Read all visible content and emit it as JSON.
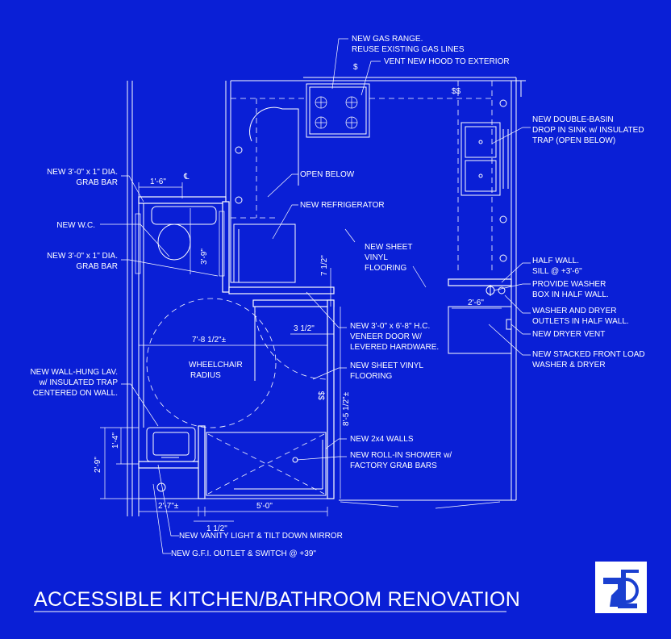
{
  "title": "ACCESSIBLE KITCHEN/BATHROOM RENOVATION",
  "colors": {
    "background": "#0a1fd6",
    "ink": "#ffffff",
    "logo_field": "#ffffff",
    "logo_mark": "#1a3fd0"
  },
  "notes": {
    "gas_range_1": "NEW GAS RANGE.",
    "gas_range_2": "REUSE EXISTING  GAS LINES",
    "vent_hood": "VENT NEW HOOD TO EXTERIOR",
    "open_below": "OPEN BELOW",
    "new_refrigerator": "NEW REFRIGERATOR",
    "sink_1": "NEW DOUBLE-BASIN",
    "sink_2": "DROP IN SINK w/ INSULATED",
    "sink_3": "TRAP (OPEN BELOW)",
    "grab_bar_top_1": "NEW 3'-0\" x 1\" DIA.",
    "grab_bar_top_2": "GRAB BAR",
    "new_wc": "NEW W.C.",
    "grab_bar_mid_1": "NEW 3'-0\" x 1\" DIA.",
    "grab_bar_mid_2": "GRAB BAR",
    "kitchen_vinyl_1": "NEW SHEET",
    "kitchen_vinyl_2": "VINYL",
    "kitchen_vinyl_3": "FLOORING",
    "half_wall_1": "HALF WALL.",
    "half_wall_2": "SILL @ +3'-6\"",
    "washer_box_1": "PROVIDE WASHER",
    "washer_box_2": "BOX IN HALF WALL.",
    "washer_outlets_1": "WASHER AND DRYER",
    "washer_outlets_2": "OUTLETS IN HALF WALL.",
    "dryer_vent": "NEW DRYER VENT",
    "stacked_1": "NEW STACKED FRONT LOAD",
    "stacked_2": "WASHER & DRYER",
    "door_1": "NEW 3'-0\" x 6'-8\" H.C.",
    "door_2": "VENEER DOOR W/",
    "door_3": "LEVERED HARDWARE.",
    "wheelchair_1": "WHEELCHAIR",
    "wheelchair_2": "RADIUS",
    "bath_vinyl_1": "NEW SHEET VINYL",
    "bath_vinyl_2": "FLOORING",
    "lav_1": "NEW WALL-HUNG LAV.",
    "lav_2": "w/ INSULATED TRAP",
    "lav_3": "CENTERED ON WALL.",
    "walls_2x4": "NEW 2x4 WALLS",
    "shower_1": "NEW ROLL-IN SHOWER w/",
    "shower_2": "FACTORY GRAB BARS",
    "vanity_light": "NEW VANITY LIGHT & TILT DOWN MIRROR",
    "gfi_outlet": "NEW G.F.I. OUTLET & SWITCH @ +39\""
  },
  "dimensions": {
    "d_1_6": "1'-6\"",
    "centerline": "℄",
    "d_3_9": "3'-9\"",
    "d_7_half": "7 1/2\"",
    "d_7_8_half": "7'-8 1/2\"±",
    "d_3_half": "3 1/2\"",
    "d_2_6": "2'-6\"",
    "d_8_5_half": "8'-5 1/2\"±",
    "d_1_4": "1'-4\"",
    "d_2_9": "2'-9\"",
    "d_2_7": "2'-7\"±",
    "d_5_0": "5'-0\"",
    "d_1_half": "1 1/2\""
  },
  "symbols": {
    "switch_gas": "$",
    "switch_kitchen": "$$",
    "switch_bath": "$$"
  },
  "icons": [
    "logo-mark"
  ]
}
